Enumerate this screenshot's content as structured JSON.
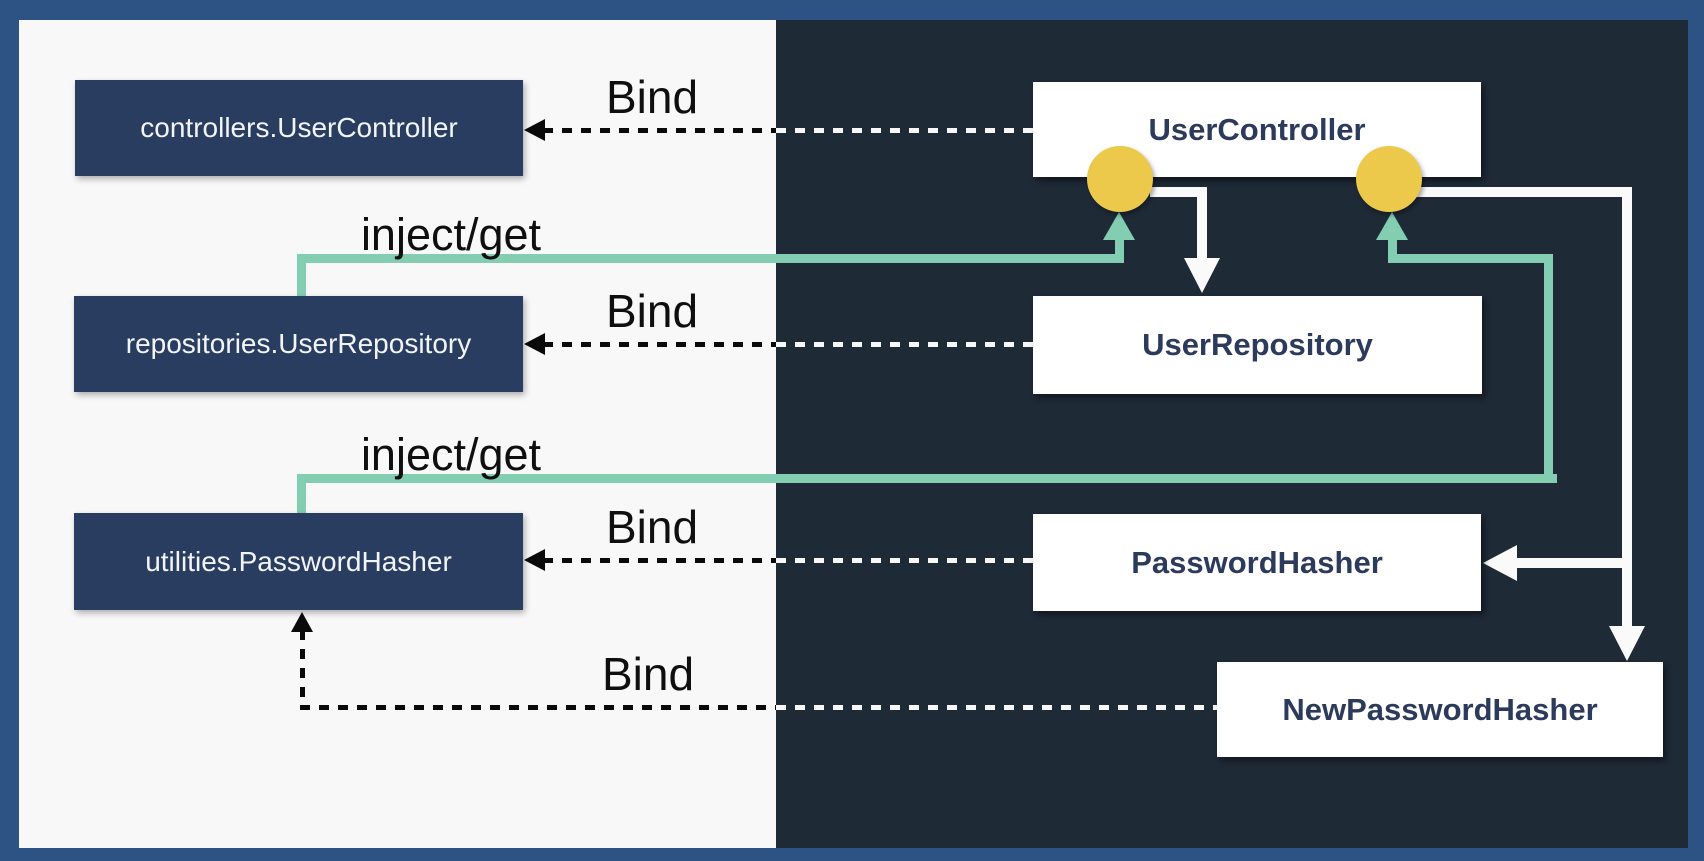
{
  "content": {
    "left_boxes": [
      {
        "label": "controllers.UserController"
      },
      {
        "label": "repositories.UserRepository"
      },
      {
        "label": "utilities.PasswordHasher"
      }
    ],
    "right_boxes": [
      {
        "label": "UserController"
      },
      {
        "label": "UserRepository"
      },
      {
        "label": "PasswordHasher"
      },
      {
        "label": "NewPasswordHasher"
      }
    ],
    "labels": {
      "bind": "Bind",
      "inject_get": "inject/get"
    }
  },
  "colors": {
    "frame": "#2d5284",
    "light_bg": "#f8f8f8",
    "dark_bg": "#1f2a37",
    "navy_box": "#293d60",
    "white_box": "#ffffff",
    "left_box_text": "#f2f4f7",
    "right_box_text": "#2c3a5c",
    "teal": "#83cdb3",
    "yellow": "#ecc94b",
    "line_white": "#fafafa",
    "dash_black": "#0a0a0a",
    "dash_white": "#f8f8f8",
    "label_text": "#0f0f0f"
  }
}
